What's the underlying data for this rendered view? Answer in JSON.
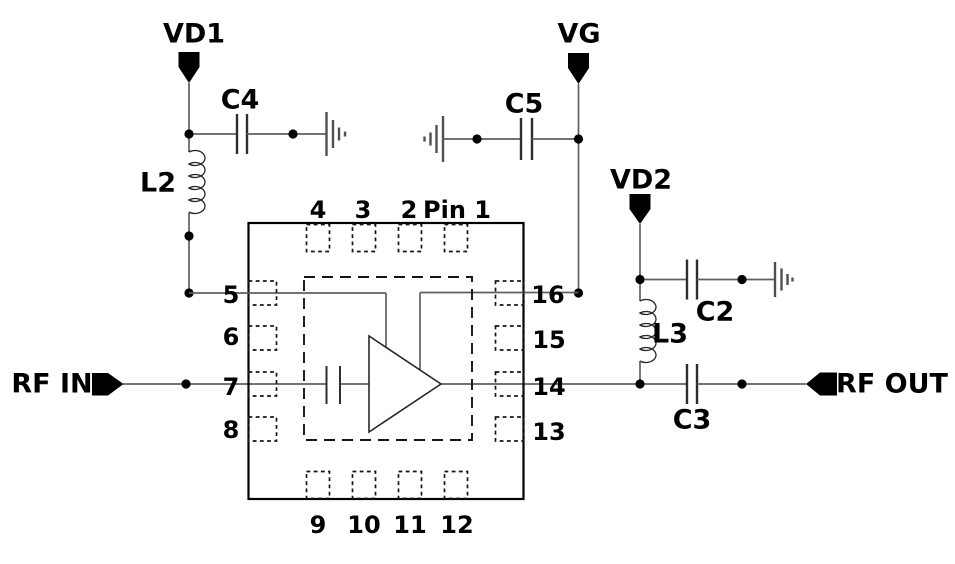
{
  "figure": {
    "kind": "RF amplifier application schematic",
    "background": "#ffffff",
    "colors": {
      "wire": "#5f5f5f",
      "ink": "#000000",
      "terminal_fill": "#000000"
    }
  },
  "labels": {
    "vd1": "VD1",
    "vg": "VG",
    "vd2": "VD2",
    "c2": "C2",
    "c3": "C3",
    "c4": "C4",
    "c5": "C5",
    "l2": "L2",
    "l3": "L3",
    "rf_in": "RF IN",
    "rf_out": "RF OUT"
  },
  "ic": {
    "pins": {
      "top": [
        "4",
        "3",
        "2",
        "Pin 1"
      ],
      "right": [
        "16",
        "15",
        "14",
        "13"
      ],
      "left": [
        "5",
        "6",
        "7",
        "8"
      ],
      "bottom": [
        "9",
        "10",
        "11",
        "12"
      ]
    }
  },
  "grounds_count": "3"
}
